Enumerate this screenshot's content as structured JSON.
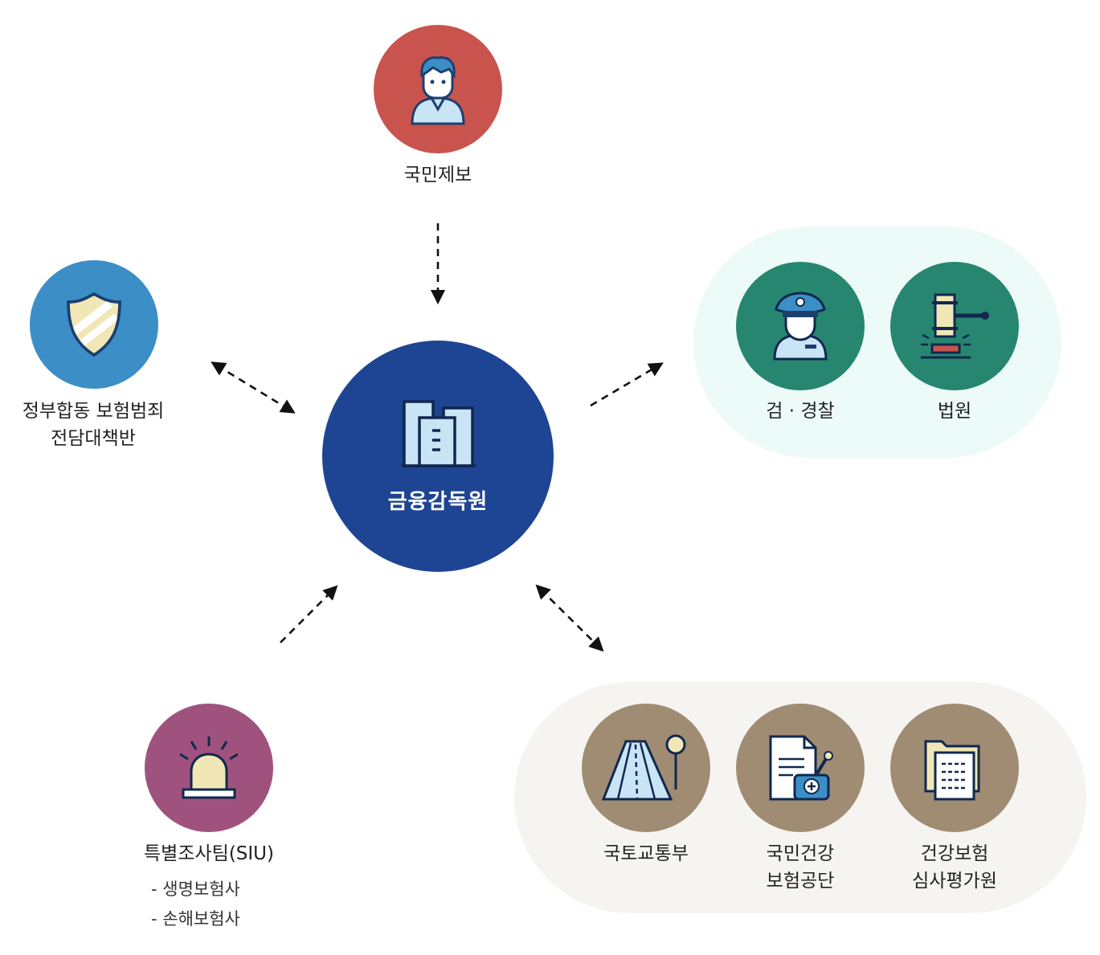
{
  "center": {
    "label": "금융감독원",
    "icon": "building-icon",
    "color": "#1e4593"
  },
  "nodes": {
    "tip": {
      "label": "국민제보",
      "icon": "citizen-icon",
      "color": "#c9544e"
    },
    "taskforce": {
      "label_lines": [
        "정부합동 보험범죄",
        "전담대책반"
      ],
      "icon": "shield-icon",
      "color": "#3b8fc6"
    },
    "siu": {
      "label": "특별조사팀(SIU)",
      "sub_items": [
        "- 생명보험사",
        "- 손해보험사"
      ],
      "icon": "siren-icon",
      "color": "#a0527e"
    },
    "prosecution": {
      "label": "검 · 경찰",
      "icon": "police-officer-icon",
      "color": "#27866f"
    },
    "court": {
      "label": "법원",
      "icon": "gavel-icon",
      "color": "#27866f"
    },
    "molit": {
      "label": "국토교통부",
      "icon": "road-icon",
      "color": "#a08c73"
    },
    "nhis": {
      "label_lines": [
        "국민건강",
        "보험공단"
      ],
      "icon": "medical-document-icon",
      "color": "#a08c73"
    },
    "hira": {
      "label_lines": [
        "건강보험",
        "심사평가원"
      ],
      "icon": "files-icon",
      "color": "#a08c73"
    }
  },
  "groups": {
    "police_court_bg": "#edfbf8",
    "gov_agencies_bg": "#f6f4f1"
  }
}
